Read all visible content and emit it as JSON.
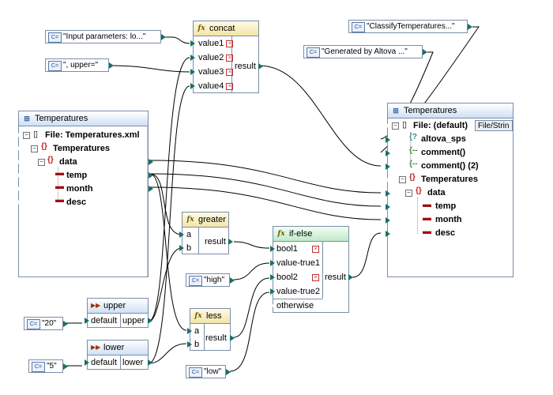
{
  "constants": {
    "input_params": "\"Input parameters: lo...\"",
    "upper_eq": "\", upper=\"",
    "classify": "\"ClassifyTemperatures...\"",
    "generated": "\"Generated by Altova ...\"",
    "high": "\"high\"",
    "low": "\"low\"",
    "twenty": "\"20\"",
    "five": "\"5\"",
    "icon_label": "C="
  },
  "concat": {
    "title": "concat",
    "inputs": [
      "value1",
      "value2",
      "value3",
      "value4"
    ],
    "output": "result"
  },
  "greater": {
    "title": "greater",
    "inputs": [
      "a",
      "b"
    ],
    "output": "result"
  },
  "less": {
    "title": "less",
    "inputs": [
      "a",
      "b"
    ],
    "output": "result"
  },
  "ifelse": {
    "title": "if-else",
    "inputs": [
      "bool1",
      "value-true1",
      "bool2",
      "value-true2",
      "otherwise"
    ],
    "output": "result"
  },
  "upper_param": {
    "title": "upper",
    "input": "default",
    "output": "upper"
  },
  "lower_param": {
    "title": "lower",
    "input": "default",
    "output": "lower"
  },
  "source": {
    "title": "Temperatures",
    "file": "File: Temperatures.xml",
    "root": "Temperatures",
    "data": "data",
    "fields": [
      "temp",
      "month",
      "desc"
    ]
  },
  "target": {
    "title": "Temperatures",
    "file": "File: (default)",
    "file_btn": "File/Strin",
    "pis": [
      "altova_sps",
      "comment()",
      "comment() (2)"
    ],
    "root": "Temperatures",
    "data": "data",
    "fields": [
      "temp",
      "month",
      "desc"
    ]
  },
  "icons": {
    "xml_component": "xml-component-icon",
    "function": "function-icon",
    "parameter": "parameter-icon",
    "constant": "constant-icon",
    "element": "element-icon",
    "attribute": "attribute-icon",
    "processing_instruction": "processing-instruction-icon",
    "comment": "comment-icon",
    "file": "file-icon"
  },
  "colors": {
    "wire": "#000000",
    "pin": "#17706a",
    "border": "#7a8ea8"
  }
}
